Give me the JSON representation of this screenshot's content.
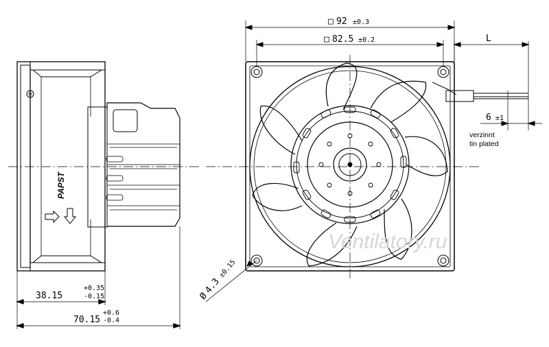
{
  "dimensions": {
    "frame_outer": {
      "symbol": "□",
      "value": "92",
      "tol": "±0.3"
    },
    "frame_hole_spacing": {
      "symbol": "□",
      "value": "82.5",
      "tol": "±0.2"
    },
    "lead_length": {
      "label": "L"
    },
    "strip_length": {
      "value": "6",
      "tol": "±1"
    },
    "hole_dia": {
      "symbol": "Ø",
      "value": "4.3",
      "tol": "±0.15"
    },
    "frame_depth": {
      "value": "38.15",
      "tol_plus": "+0.35",
      "tol_minus": "-0.15"
    },
    "overall_depth": {
      "value": "70.15",
      "tol_plus": "+0.6",
      "tol_minus": "-0.4"
    }
  },
  "notes": {
    "tin_plated_de": "verzinnt",
    "tin_plated_en": "tin plated"
  },
  "brand": "PAPST",
  "watermark": "Ventilatory.ru"
}
